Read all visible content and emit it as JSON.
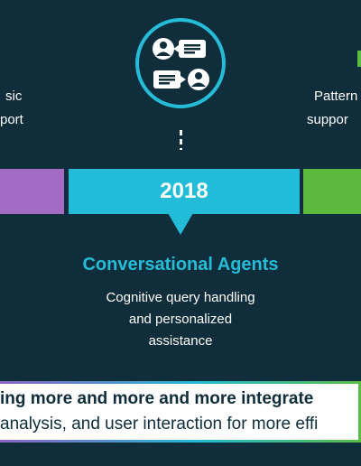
{
  "left_item": {
    "line1": "sic",
    "line2": "port"
  },
  "right_item": {
    "line1": "Pattern",
    "line2": "suppor"
  },
  "center_item": {
    "icon": "chat-agents-icon",
    "year": "2018",
    "title": "Conversational Agents",
    "desc_line1": "Cognitive query handling",
    "desc_line2": "and personalized",
    "desc_line3": "assistance"
  },
  "banner": {
    "line1": "ing more and more and more integrate",
    "line2": "analysis, and user interaction for more effi"
  },
  "colors": {
    "background": "#0f2d3a",
    "purple": "#a46bc4",
    "cyan": "#22bcd8",
    "green": "#5cb83e"
  }
}
